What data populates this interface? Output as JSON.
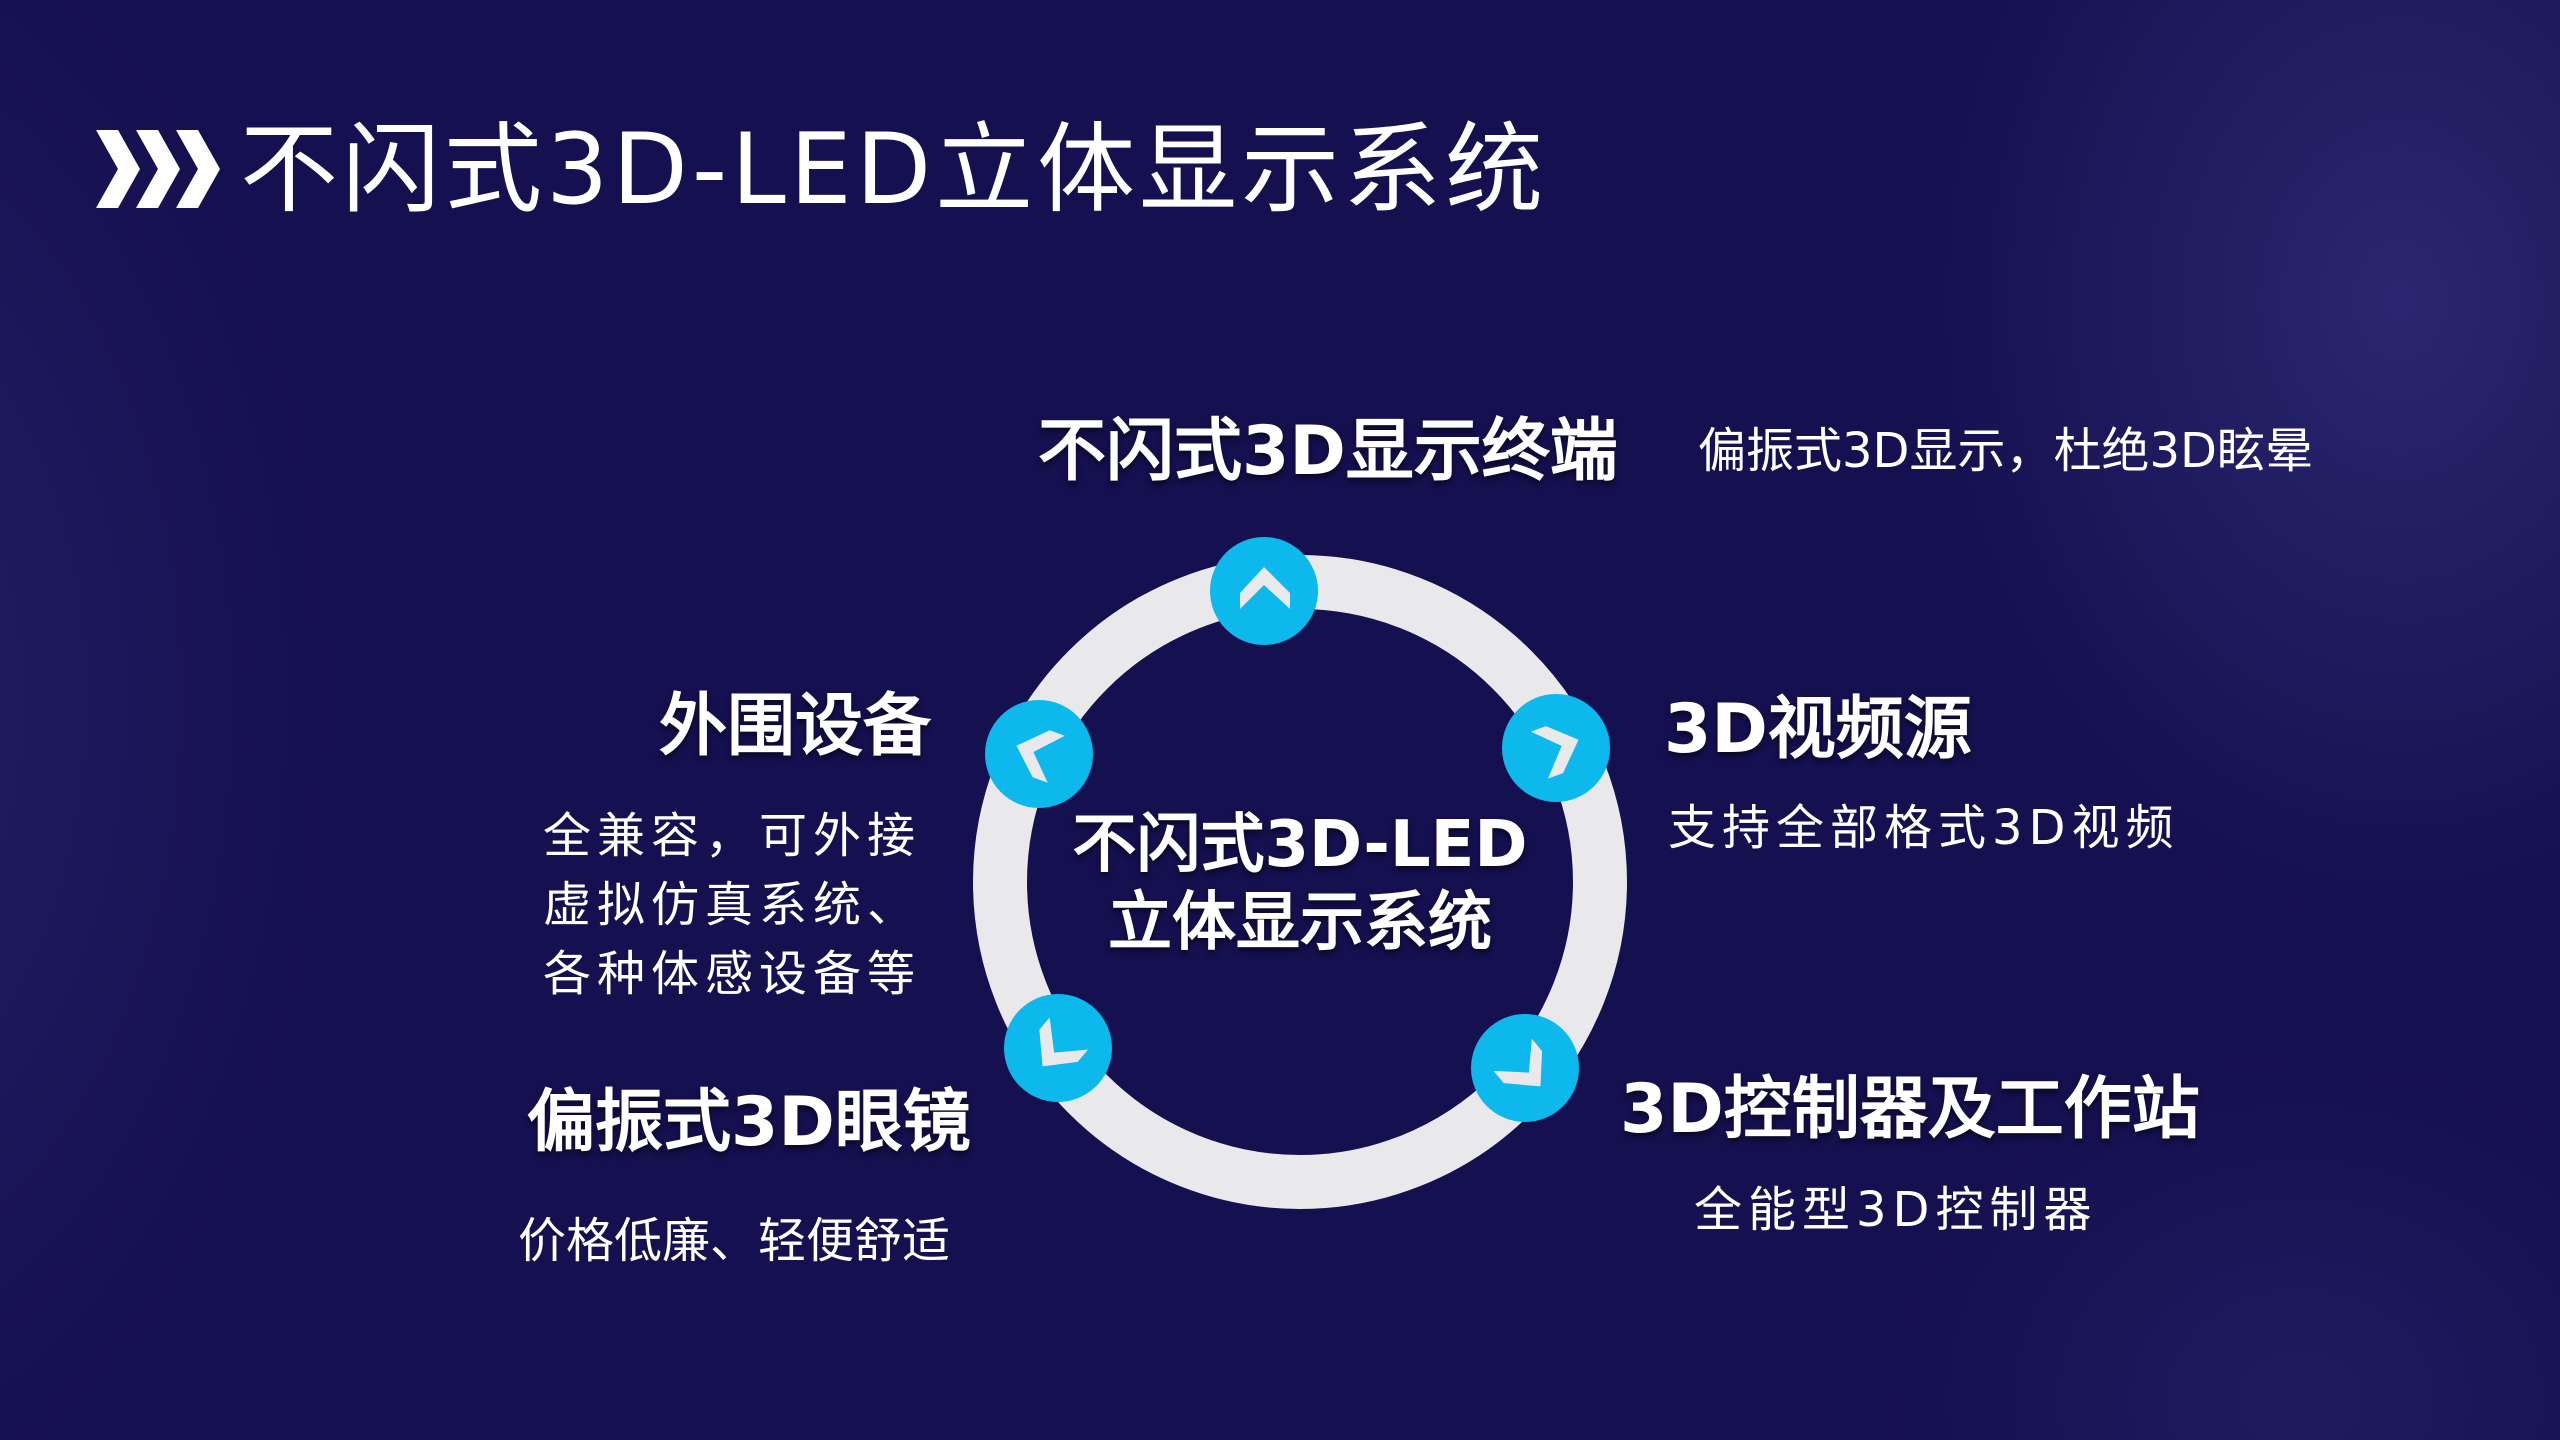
{
  "title": "不闪式3D-LED立体显示系统",
  "center": {
    "line1": "不闪式3D-LED",
    "line2": "立体显示系统"
  },
  "items": {
    "terminal": {
      "heading": "不闪式3D显示终端",
      "desc": "偏振式3D显示，杜绝3D眩晕"
    },
    "source": {
      "heading": "3D视频源",
      "desc": "支持全部格式3D视频"
    },
    "controller": {
      "heading": "3D控制器及工作站",
      "desc": "全能型3D控制器"
    },
    "glasses": {
      "heading": "偏振式3D眼镜",
      "desc": "价格低廉、轻便舒适"
    },
    "peripheral": {
      "heading": "外围设备",
      "desc": [
        "全兼容，可外接",
        "虚拟仿真系统、",
        "各种体感设备等"
      ]
    }
  },
  "colors": {
    "accent": "#0db8ec",
    "ring": "#e9e9ec",
    "background": "#15104f"
  }
}
